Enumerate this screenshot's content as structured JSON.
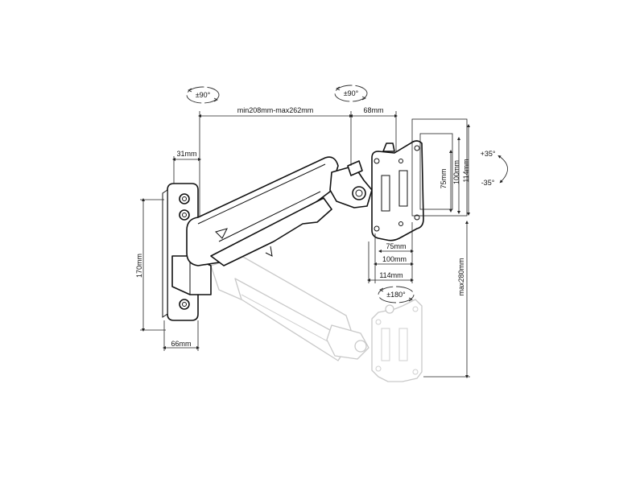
{
  "dimensions": {
    "arm_length": "min208mm-max262mm",
    "head_offset": "68mm",
    "wall_offset": "31mm",
    "plate_height": "170mm",
    "plate_width": "66mm",
    "vesa_v75": "75mm",
    "vesa_v100": "100mm",
    "vesa_v114": "114mm",
    "vesa_h75": "75mm",
    "vesa_h100": "100mm",
    "vesa_h114": "114mm",
    "max_height": "max280mm"
  },
  "rotations": {
    "wall_swivel": "±90°",
    "head_swivel": "±90°",
    "tilt_up": "+35°",
    "tilt_down": "-35°",
    "rotate": "±180°"
  }
}
